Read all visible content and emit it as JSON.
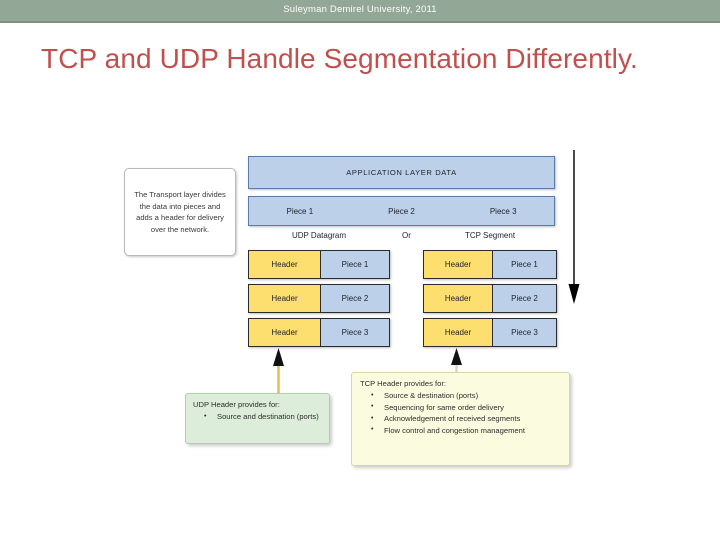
{
  "banner": {
    "text": "Suleyman Demirel University, 2011",
    "bg_color": "#92a795",
    "text_color": "#ffffff"
  },
  "title": {
    "text": "TCP and UDP Handle Segmentation Differently.",
    "color": "#c0504d"
  },
  "diagram": {
    "note": {
      "text": "The Transport layer divides the data into pieces and adds a header for delivery over the network."
    },
    "application_layer_bar": {
      "label": "APPLICATION LAYER DATA",
      "fill_color": "#bdd0e9"
    },
    "pieces_bar": {
      "cells": [
        "Piece 1",
        "Piece 2",
        "Piece 3"
      ],
      "fill_color": "#bdd0e9"
    },
    "captions": {
      "udp": "UDP Datagram",
      "or": "Or",
      "tcp": "TCP Segment"
    },
    "udp_segments": [
      {
        "header": "Header",
        "piece": "Piece 1"
      },
      {
        "header": "Header",
        "piece": "Piece 2"
      },
      {
        "header": "Header",
        "piece": "Piece 3"
      }
    ],
    "tcp_segments": [
      {
        "header": "Header",
        "piece": "Piece 1"
      },
      {
        "header": "Header",
        "piece": "Piece 2"
      },
      {
        "header": "Header",
        "piece": "Piece 3"
      }
    ],
    "header_fill_color": "#fcdf6e",
    "piece_fill_color": "#bdd0e9",
    "udp_callout": {
      "title": "UDP Header provides for:",
      "items": [
        "Source and destination (ports)"
      ],
      "fill_color": "#dcedd9"
    },
    "tcp_callout": {
      "title": "TCP Header provides for:",
      "items": [
        "Source & destination (ports)",
        "Sequencing for same order delivery",
        "Acknowledgement of received segments",
        "Flow control and congestion management"
      ],
      "fill_color": "#fbfbdf"
    }
  }
}
